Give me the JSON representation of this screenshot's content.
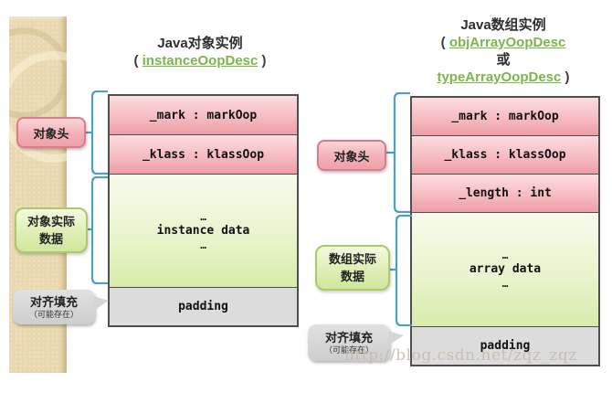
{
  "left": {
    "title": "Java对象实例",
    "sub": {
      "open": "(",
      "link": "instanceOopDesc",
      "close": ")"
    },
    "header_label": "对象头",
    "data_label_l1": "对象实际",
    "data_label_l2": "数据",
    "pad_label_l1": "对齐填充",
    "pad_label_l2": "（可能存在）",
    "rows": {
      "mark": "_mark : markOop",
      "klass": "_klass : klassOop",
      "dots": "…",
      "data": "instance data",
      "padding": "padding"
    }
  },
  "right": {
    "title": "Java数组实例",
    "sub": {
      "open": "(",
      "link1": "objArrayOopDesc",
      "or": "或",
      "link2": "typeArrayOopDesc",
      "close": ")"
    },
    "header_label": "对象头",
    "data_label_l1": "数组实际",
    "data_label_l2": "数据",
    "pad_label_l1": "对齐填充",
    "pad_label_l2": "（可能存在）",
    "rows": {
      "mark": "_mark : markOop",
      "klass": "_klass : klassOop",
      "length": "_length : int",
      "dots": "…",
      "data": "array data",
      "padding": "padding"
    }
  },
  "watermark": "http://blog.csdn.net/zqz_zqz",
  "colors": {
    "link_green": "#7ab648",
    "brace_teal": "#4e9fc0",
    "cell_pink": "#ee9da6",
    "cell_green": "#d7ecab",
    "cell_gray": "#dcdcdc",
    "stripe_tan": "#ead9b0",
    "label_pink_border": "#e0798a",
    "label_green_border": "#a9cb69"
  }
}
